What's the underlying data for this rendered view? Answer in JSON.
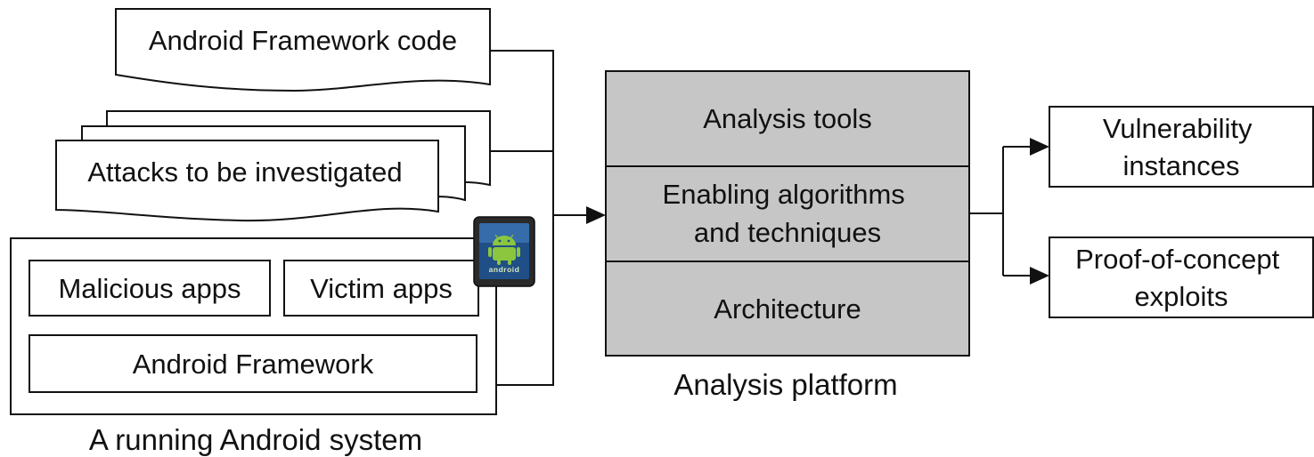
{
  "inputs": {
    "framework_code": "Android Framework code",
    "attacks": "Attacks to be investigated"
  },
  "running_system": {
    "caption": "A running Android system",
    "malicious_apps": "Malicious apps",
    "victim_apps": "Victim apps",
    "framework": "Android Framework",
    "device_logo_text": "android"
  },
  "platform": {
    "caption": "Analysis platform",
    "sections": [
      [
        "Analysis tools"
      ],
      [
        "Enabling algorithms",
        "and techniques"
      ],
      [
        "Architecture"
      ]
    ]
  },
  "outputs": {
    "vulnerability": [
      "Vulnerability",
      "instances"
    ],
    "poc": [
      "Proof-of-concept",
      "exploits"
    ]
  },
  "colors": {
    "platform_fill": "#c6c6c6",
    "line": "#111111",
    "android_green": "#8cc63f",
    "device_body": "#2a2a2a"
  },
  "icons": {
    "device": "android-phone-icon"
  }
}
